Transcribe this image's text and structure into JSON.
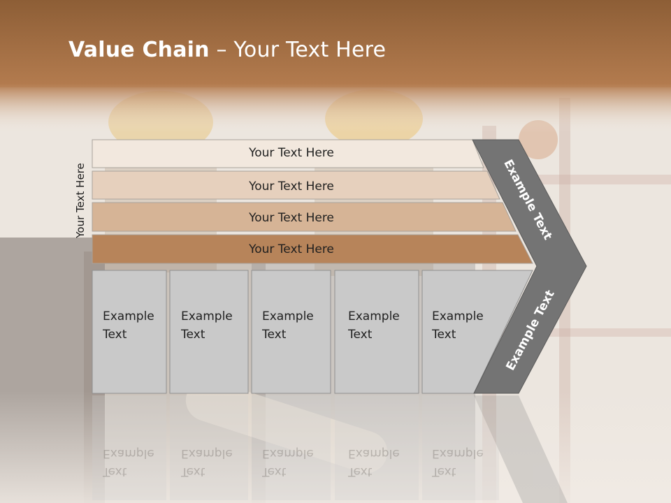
{
  "slide": {
    "title_bold": "Value Chain",
    "title_rest": " – Your Text Here",
    "side_label": "Your Text Here",
    "bars": [
      {
        "label": "Your Text Here",
        "color": "#f2e8de"
      },
      {
        "label": "Your Text Here",
        "color": "#e6d0bd"
      },
      {
        "label": "Your Text Here",
        "color": "#d6b496"
      },
      {
        "label": "Your Text Here",
        "color": "#b7845a"
      }
    ],
    "boxes": [
      {
        "line1": "Example",
        "line2": "Text"
      },
      {
        "line1": "Example",
        "line2": "Text"
      },
      {
        "line1": "Example",
        "line2": "Text"
      },
      {
        "line1": "Example",
        "line2": "Text"
      },
      {
        "line1": "Example",
        "line2": "Text"
      }
    ],
    "arrow_top_label": "Example Text",
    "arrow_bottom_label": "Example Text",
    "colors": {
      "header_brown": "#a9744a",
      "box_gray": "#c9c9c9",
      "arrow_gray": "#747474"
    }
  }
}
